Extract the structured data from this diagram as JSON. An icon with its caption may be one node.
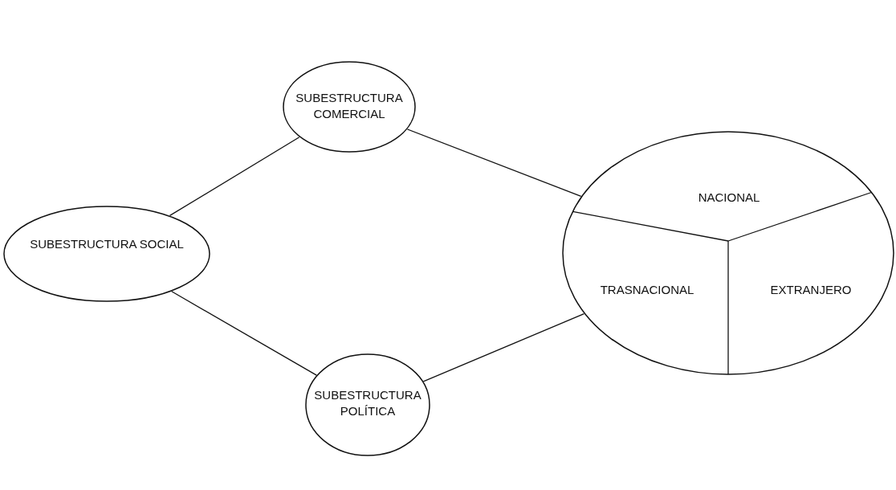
{
  "diagram": {
    "nodes": [
      {
        "text": [
          "SUBESTRUCTURA COMERCIAL"
        ]
      },
      {
        "text": [
          "SUBESTRUCTURA SOCIAL"
        ]
      },
      {
        "text": [
          "SUBESTRUCTURA POLÍTICA"
        ]
      },
      {
        "text": [],
        "shape": "circle"
      },
      {
        "text": [
          "NACIONAL"
        ],
        "in": 3
      },
      {
        "text": [
          "TRASNACIONAL"
        ],
        "in": 3
      },
      {
        "text": [
          "EXTRANJERO"
        ],
        "in": 3
      }
    ],
    "edges": [
      {
        "from": 1,
        "to": 0,
        "arrow": "none"
      },
      {
        "from": 1,
        "to": 2,
        "arrow": "none"
      },
      {
        "from": 0,
        "to": 3,
        "arrow": "none"
      },
      {
        "from": 2,
        "to": 3,
        "arrow": "none"
      }
    ]
  }
}
